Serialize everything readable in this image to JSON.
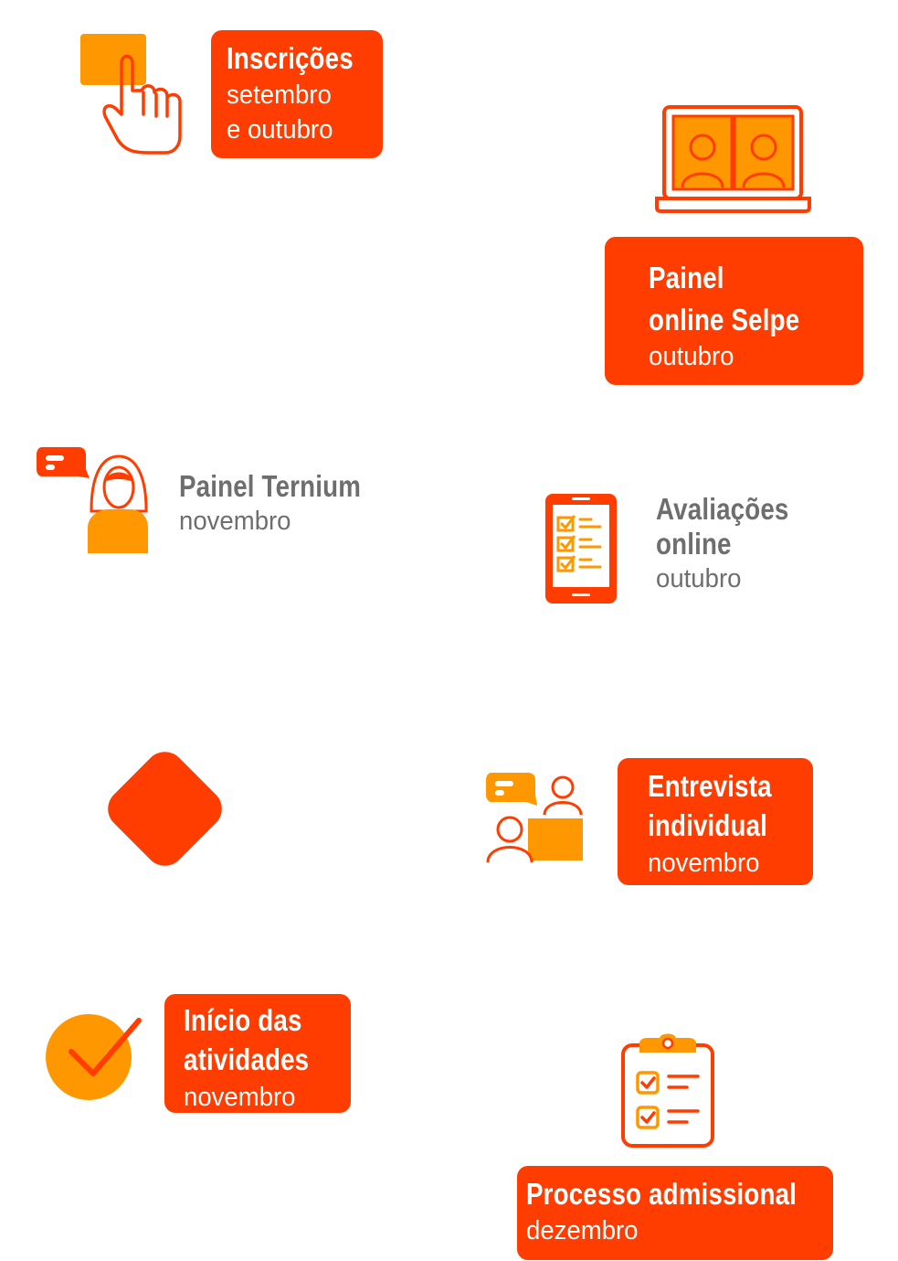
{
  "colors": {
    "red": "#ff3d00",
    "orange": "#ff9800",
    "gray": "#6e6e6e"
  },
  "steps": [
    {
      "title": [
        "Inscrições"
      ],
      "period": [
        "setembro",
        "e outubro"
      ],
      "icon": "hand-tap-icon"
    },
    {
      "title": [
        "Painel",
        "online Selpe"
      ],
      "period": [
        "outubro"
      ],
      "icon": "laptop-video-call-icon"
    },
    {
      "title": [
        "Painel Ternium"
      ],
      "period": [
        "novembro"
      ],
      "icon": "woman-chat-icon"
    },
    {
      "title": [
        "Avaliações",
        "online"
      ],
      "period": [
        "outubro"
      ],
      "icon": "phone-checklist-icon"
    },
    {
      "title": [
        "Entrevista",
        "individual"
      ],
      "period": [
        "novembro"
      ],
      "icon": "interview-icon"
    },
    {
      "title": [
        "Início das",
        "atividades"
      ],
      "period": [
        "novembro"
      ],
      "icon": "check-circle-icon"
    },
    {
      "title": [
        "Processo admissional"
      ],
      "period": [
        "dezembro"
      ],
      "icon": "clipboard-checklist-icon"
    }
  ],
  "decoration": {
    "icon": "diamond-shape"
  }
}
